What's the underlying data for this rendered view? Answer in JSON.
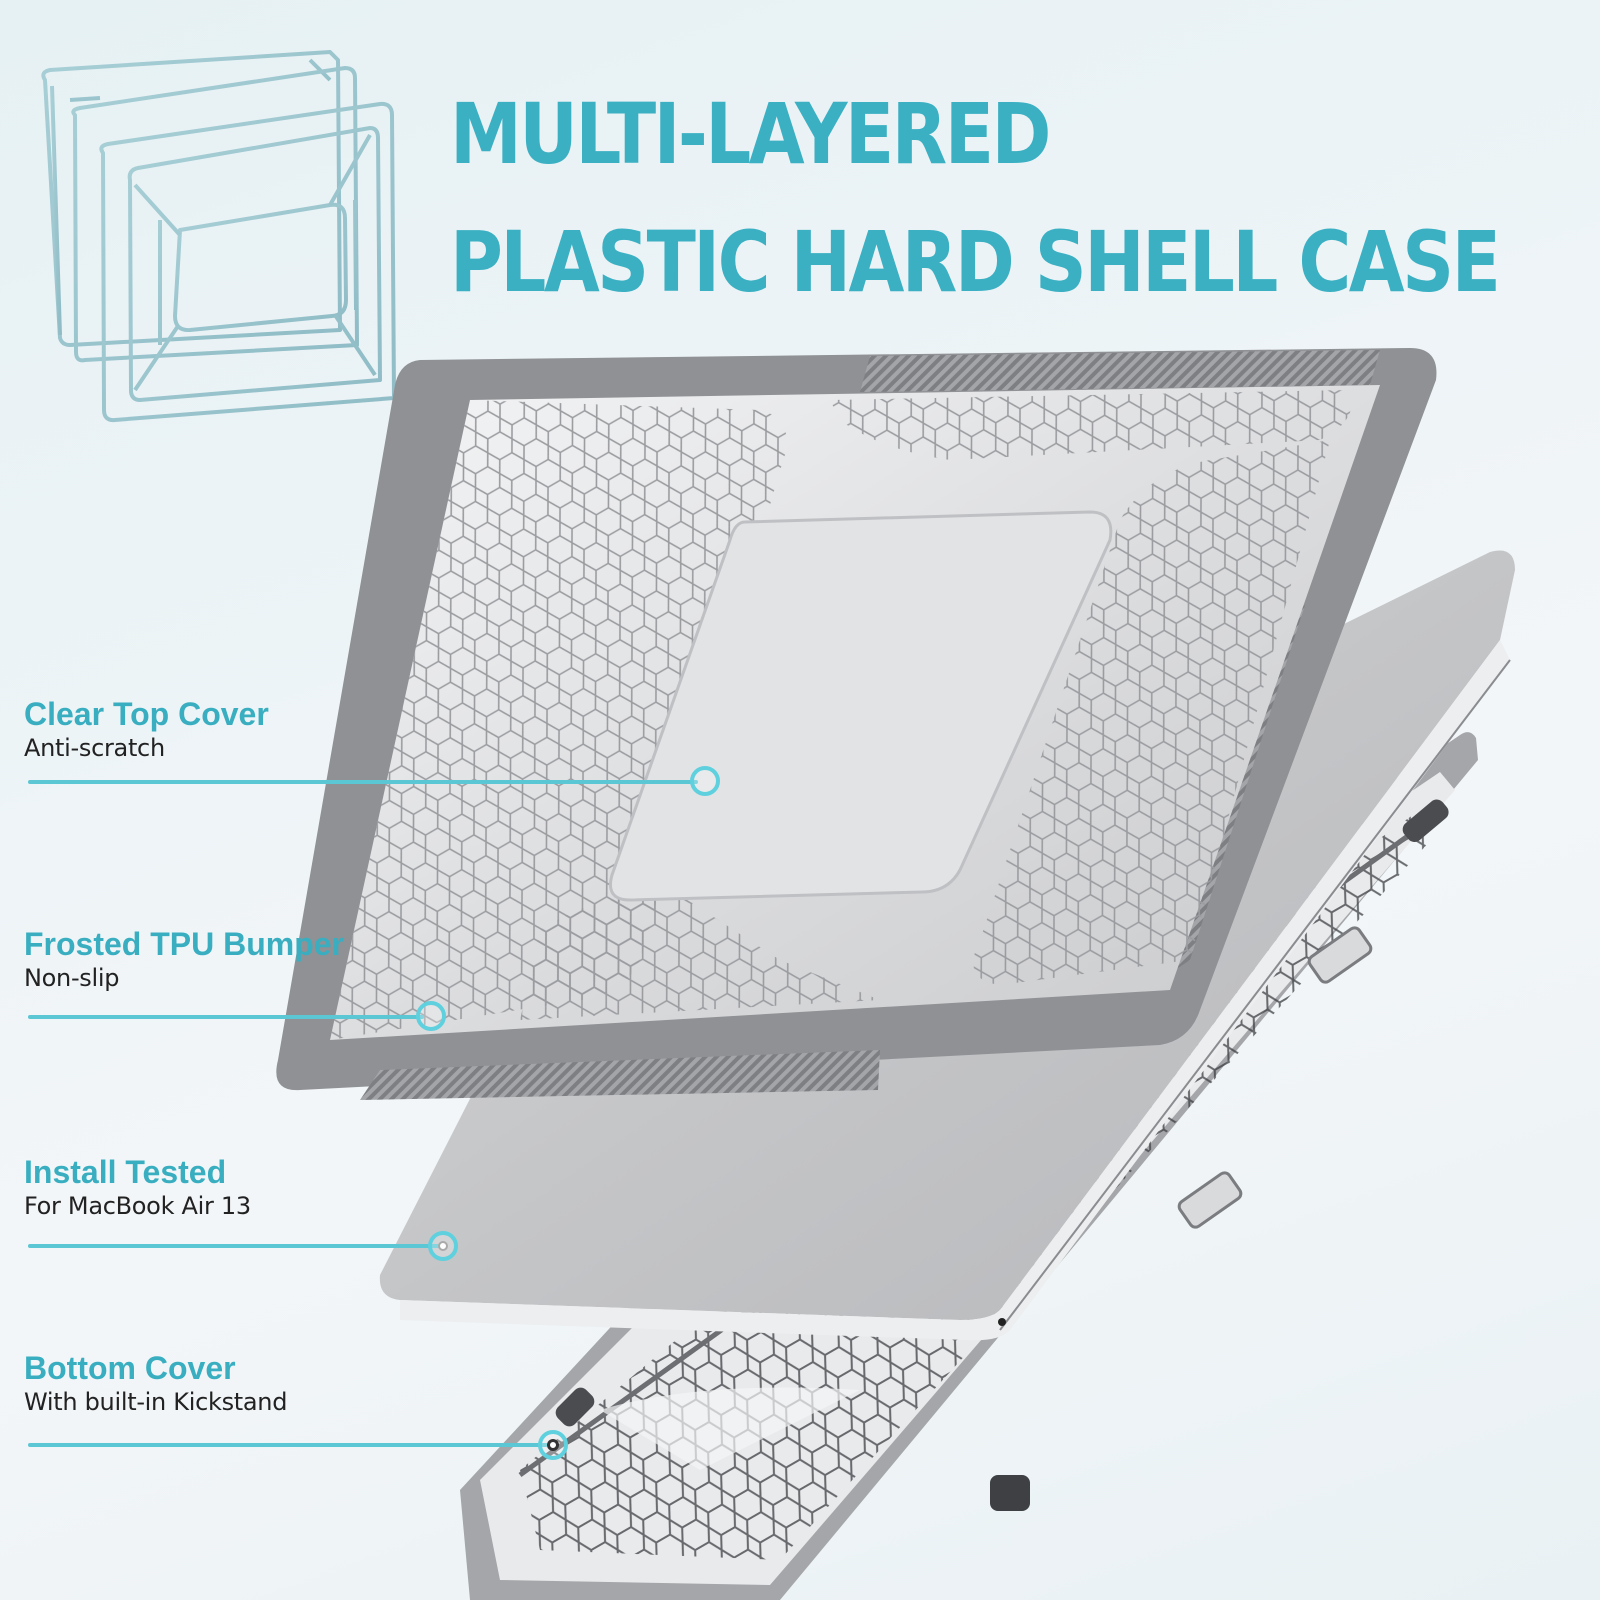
{
  "headline": {
    "line1": "MULTI-LAYERED",
    "line2": "PLASTIC HARD SHELL CASE"
  },
  "callouts": [
    {
      "title": "Clear Top Cover",
      "subtitle": "Anti-scratch"
    },
    {
      "title": "Frosted TPU Bumper",
      "subtitle": "Non-slip"
    },
    {
      "title": "Install Tested",
      "subtitle": "For MacBook Air 13"
    },
    {
      "title": "Bottom Cover",
      "subtitle": "With built-in Kickstand"
    }
  ],
  "colors": {
    "accent": "#3bb0c3",
    "leader_line": "#5cc7d4",
    "bumper_gray": "#8f9194",
    "laptop_silver": "#c9cacc",
    "background": "#eef4f7"
  },
  "illustration": {
    "icon": "exploded-layers-outline-icon",
    "product": "laptop-hard-shell-case-exploded-view"
  }
}
